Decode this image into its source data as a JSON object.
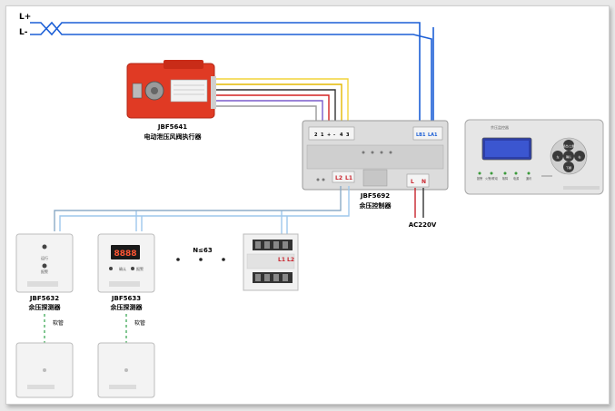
{
  "bus": {
    "plus_label": "L+",
    "minus_label": "L-"
  },
  "actuator": {
    "model": "JBF5641",
    "name": "电动泄压风阀执行器",
    "pin_labels": [
      "2",
      "1",
      "+",
      "-",
      "4",
      "3"
    ]
  },
  "controller": {
    "model": "JBF5692",
    "name": "余压控制器",
    "terminal_labels": [
      "L2",
      "L1"
    ],
    "bus_terminals": [
      "LB1",
      "LA1"
    ],
    "power_terminals": [
      "L",
      "N"
    ],
    "power_label": "AC220V"
  },
  "monitor": {
    "title": "余压监控器",
    "indicators": [
      "报警",
      "火警/联动",
      "故障",
      "电源",
      "通讯"
    ],
    "buttons": [
      "退出/上翻",
      "确认",
      "左",
      "右",
      "下翻"
    ]
  },
  "detectors": [
    {
      "model": "JBF5632",
      "name": "余压探测器",
      "hose": "软管",
      "button_labels": [
        "运行",
        "报警"
      ]
    },
    {
      "model": "JBF5633",
      "name": "余压探测器",
      "hose": "软管",
      "button_labels": [
        "确认",
        "报警"
      ]
    }
  ],
  "display_reading": "8888",
  "count_label": "N≤63",
  "ellipsis": "•  •  •",
  "terminal_block": {
    "labels": [
      "L1",
      "L2"
    ]
  },
  "colors": {
    "bus": "#1c5fd6",
    "wire_dark": "#555555",
    "wire_light": "#9ec7ec",
    "red_device": "#e03a24",
    "hose": "#2fa24a",
    "power_red": "#c8232c"
  }
}
